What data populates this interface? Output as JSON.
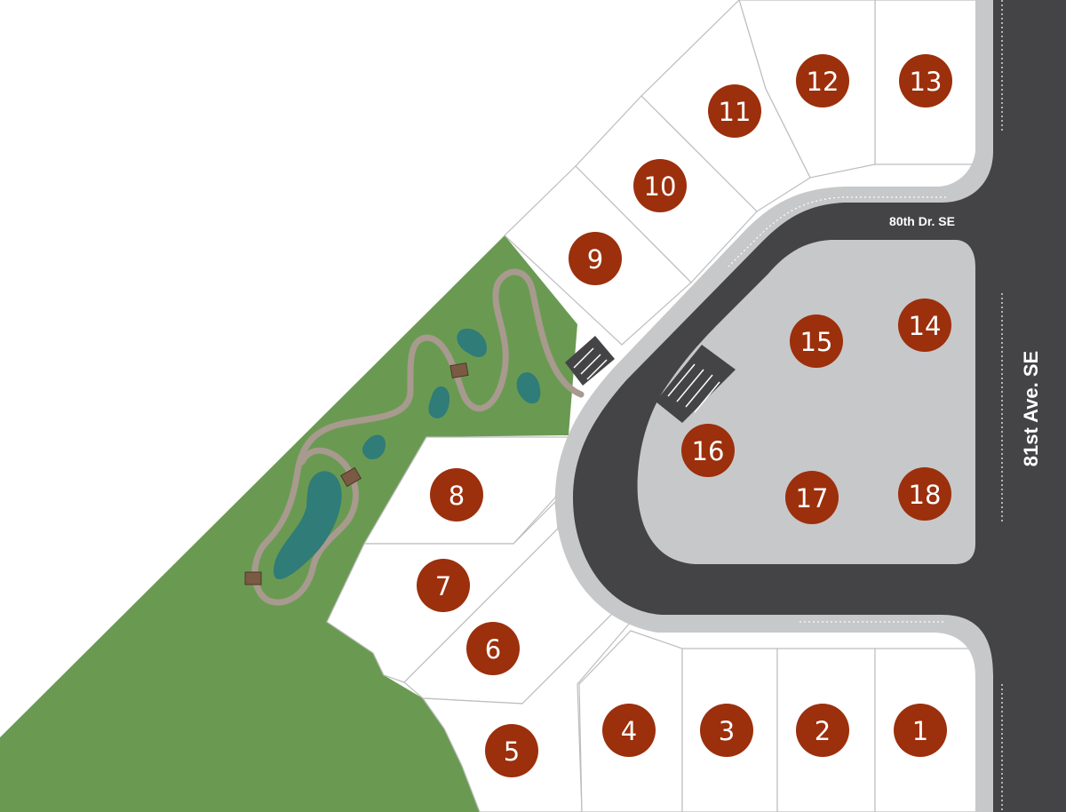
{
  "streets": {
    "dr": "80th Dr. SE",
    "ave": "81st Ave. SE"
  },
  "lots": [
    {
      "id": "1",
      "label": "1"
    },
    {
      "id": "2",
      "label": "2"
    },
    {
      "id": "3",
      "label": "3"
    },
    {
      "id": "4",
      "label": "4"
    },
    {
      "id": "5",
      "label": "5"
    },
    {
      "id": "6",
      "label": "6"
    },
    {
      "id": "7",
      "label": "7"
    },
    {
      "id": "8",
      "label": "8"
    },
    {
      "id": "9",
      "label": "9"
    },
    {
      "id": "10",
      "label": "10"
    },
    {
      "id": "11",
      "label": "11"
    },
    {
      "id": "12",
      "label": "12"
    },
    {
      "id": "13",
      "label": "13"
    },
    {
      "id": "14",
      "label": "14"
    },
    {
      "id": "15",
      "label": "15"
    },
    {
      "id": "16",
      "label": "16"
    },
    {
      "id": "17",
      "label": "17"
    },
    {
      "id": "18",
      "label": "18"
    }
  ],
  "colors": {
    "green": "#6a9a52",
    "road": "#444446",
    "curb": "#c7c8ca",
    "pond": "#2f7c78",
    "trail": "#a89a8e",
    "badge": "#9c2f0c",
    "lot_line": "#bdbdbd"
  },
  "icons": {
    "bench": "bench-icon",
    "parking": "parking-stripes"
  }
}
